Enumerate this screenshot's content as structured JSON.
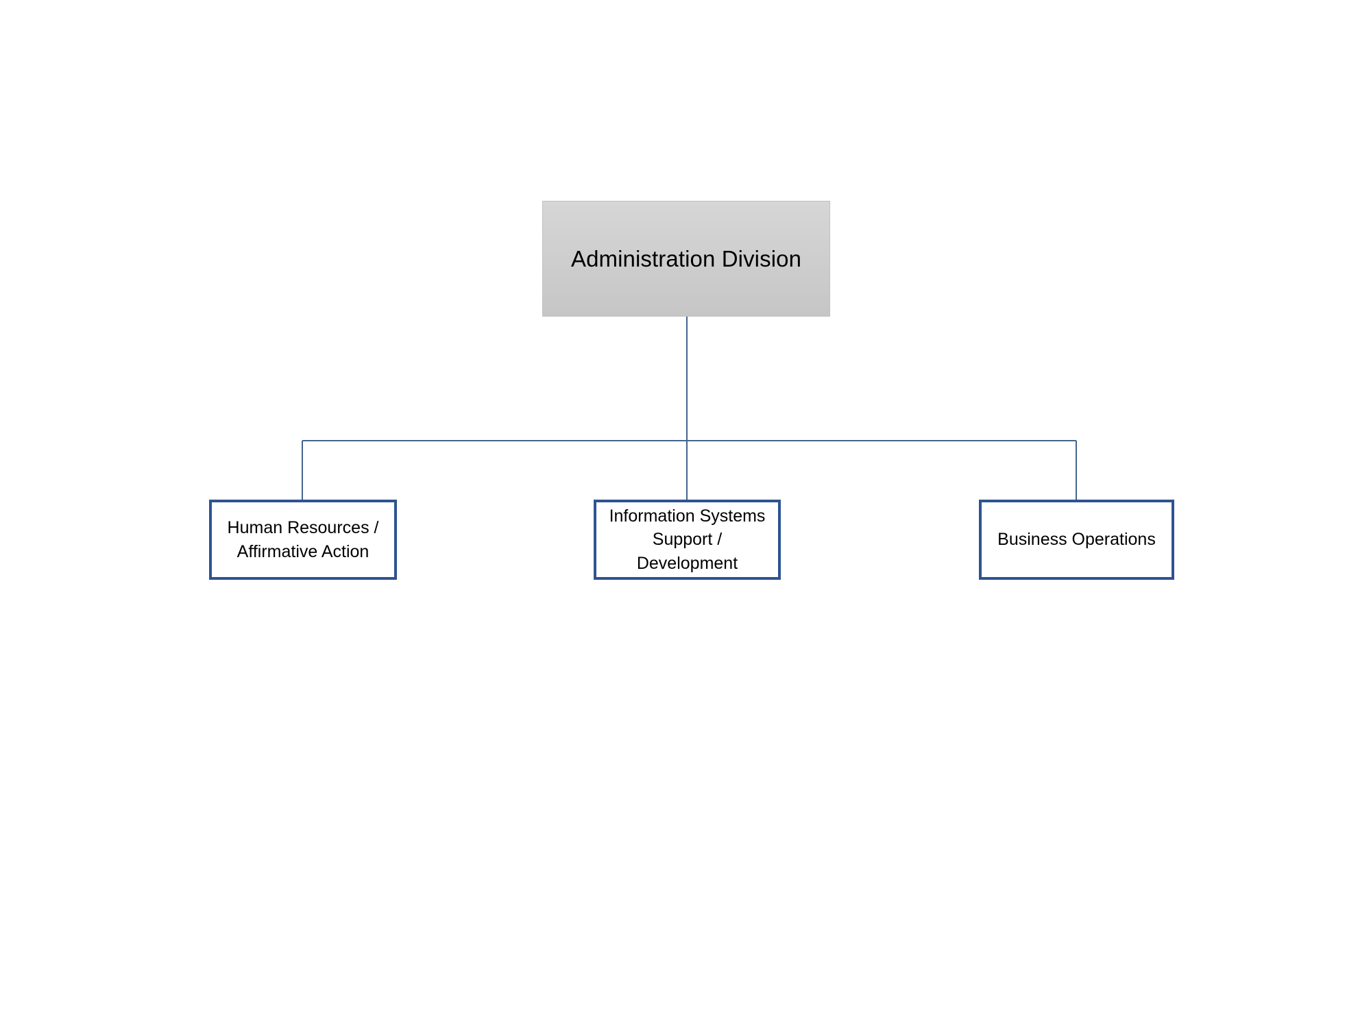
{
  "chart_data": {
    "type": "diagram",
    "diagram_type": "organizational-chart",
    "title": "Administration Division",
    "orientation": "top-down",
    "levels": 2,
    "nodes": [
      {
        "id": "administration-division",
        "label": "Administration Division",
        "level": 0,
        "parent": null,
        "style": "gray-gradient-fill",
        "fill_color": "#cccccc",
        "text_color": "#000000"
      },
      {
        "id": "human-resources-affirmative-action",
        "label": "Human Resources / Affirmative Action",
        "level": 1,
        "parent": "administration-division",
        "style": "white-fill-blue-border",
        "fill_color": "#ffffff",
        "border_color": "#2e5391",
        "text_color": "#000000"
      },
      {
        "id": "information-systems-support-development",
        "label": "Information Systems Support / Development",
        "level": 1,
        "parent": "administration-division",
        "style": "white-fill-blue-border",
        "fill_color": "#ffffff",
        "border_color": "#2e5391",
        "text_color": "#000000"
      },
      {
        "id": "business-operations",
        "label": "Business Operations",
        "level": 1,
        "parent": "administration-division",
        "style": "white-fill-blue-border",
        "fill_color": "#ffffff",
        "border_color": "#2e5391",
        "text_color": "#000000"
      }
    ],
    "edges": [
      {
        "from": "administration-division",
        "to": "human-resources-affirmative-action"
      },
      {
        "from": "administration-division",
        "to": "information-systems-support-development"
      },
      {
        "from": "administration-division",
        "to": "business-operations"
      }
    ],
    "connector_color": "#44648c"
  },
  "root": {
    "label": "Administration Division"
  },
  "children": [
    {
      "label": "Human Resources / Affirmative Action"
    },
    {
      "label": "Information Systems Support / Development"
    },
    {
      "label": "Business Operations"
    }
  ],
  "colors": {
    "page_background": "#ffffff",
    "root_fill_top": "#d6d6d6",
    "root_fill_bottom": "#c6c6c6",
    "child_border": "#2e5391",
    "child_fill": "#ffffff",
    "connector": "#44648c",
    "text": "#000000"
  }
}
